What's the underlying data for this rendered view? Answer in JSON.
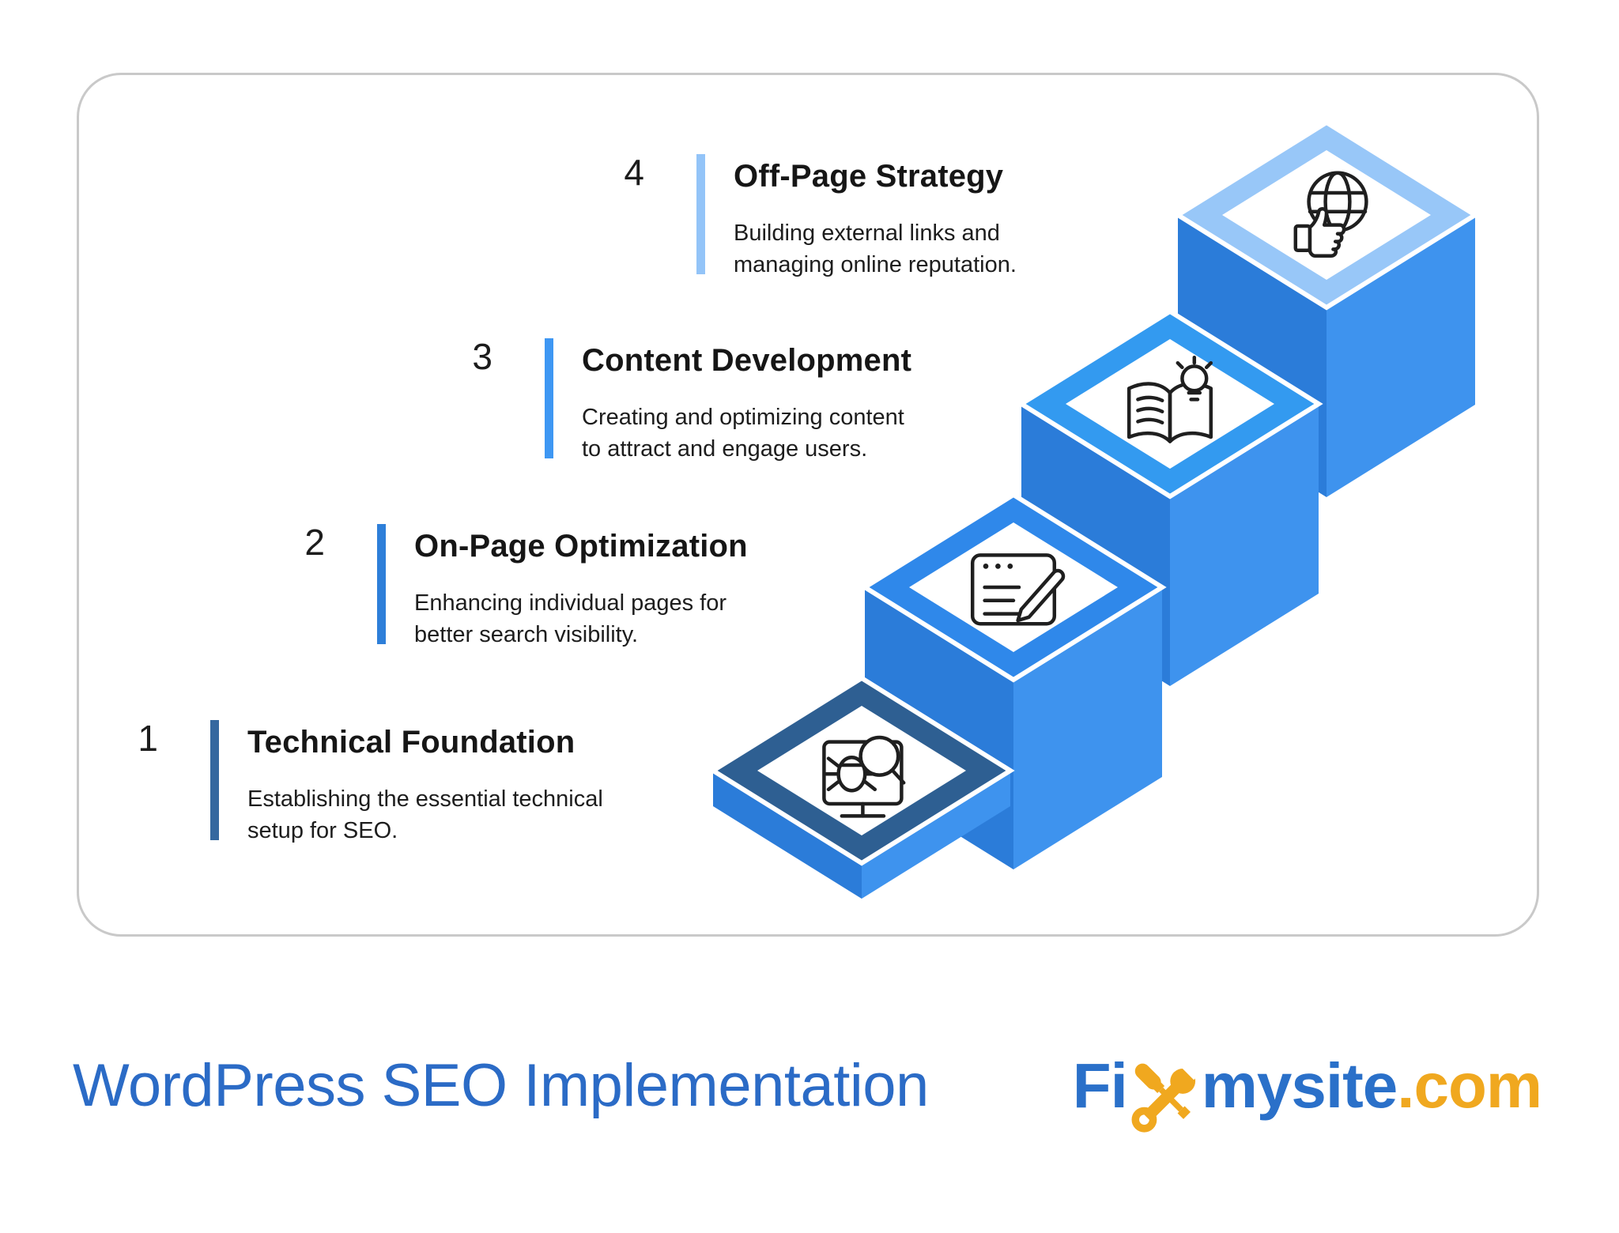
{
  "diagram": {
    "steps": [
      {
        "number": "1",
        "title": "Technical Foundation",
        "desc1": "Establishing the essential technical",
        "desc2": "setup for SEO.",
        "accent": "#35689F",
        "icon": "monitor-bug-search-icon"
      },
      {
        "number": "2",
        "title": "On-Page Optimization",
        "desc1": "Enhancing individual pages for",
        "desc2": "better search visibility.",
        "accent": "#2E7FD9",
        "icon": "page-edit-icon"
      },
      {
        "number": "3",
        "title": "Content Development",
        "desc1": "Creating and optimizing content",
        "desc2": "to attract and engage users.",
        "accent": "#3E97F3",
        "icon": "book-idea-icon"
      },
      {
        "number": "4",
        "title": "Off-Page Strategy",
        "desc1": "Building external links and",
        "desc2": "managing online reputation.",
        "accent": "#93C4F8",
        "icon": "globe-thumbs-up-icon"
      }
    ],
    "platforms": [
      {
        "border": "#2E5F92"
      },
      {
        "border": "#2F88EA"
      },
      {
        "border": "#339AF0"
      },
      {
        "border": "#98C7F8"
      }
    ],
    "slab": {
      "left": "#2B7CD9",
      "right": "#3E93EE"
    },
    "platform_face": "#FFFFFF"
  },
  "footer": {
    "title": "WordPress SEO Implementation",
    "title_color": "#2B6BC6",
    "logo": {
      "prefix": "Fi",
      "middle": "mysite",
      "suffix": ".com",
      "blue": "#2A70C9",
      "orange": "#F0A81F",
      "icon": "crossed-tools-icon"
    }
  },
  "card": {
    "background": "#FFFFFF",
    "border_color": "#C9C9C9"
  }
}
